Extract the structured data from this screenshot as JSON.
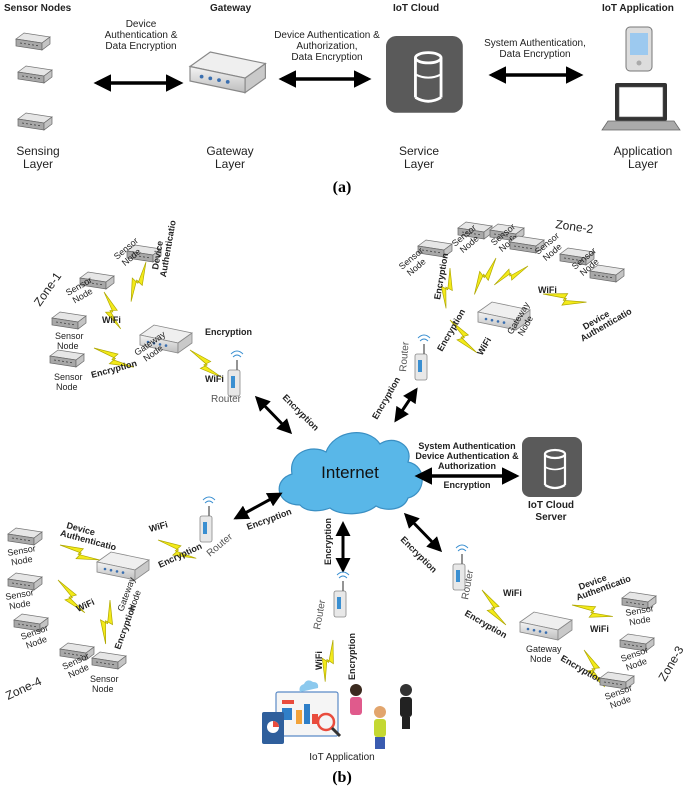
{
  "part_a": {
    "headers": {
      "sensor_nodes": "Sensor Nodes",
      "gateway": "Gateway",
      "iot_cloud": "IoT Cloud",
      "iot_application": "IoT Application"
    },
    "link_labels": {
      "sensing_gateway": [
        "Device",
        "Authentication &",
        "Data Encryption"
      ],
      "gateway_cloud": [
        "Device Authentication &",
        "Authorization,",
        "Data Encryption"
      ],
      "cloud_app": [
        "System Authentication,",
        "Data Encryption"
      ]
    },
    "layers": {
      "sensing": [
        "Sensing",
        "Layer"
      ],
      "gateway": [
        "Gateway",
        "Layer"
      ],
      "service": [
        "Service",
        "Layer"
      ],
      "application": [
        "Application",
        "Layer"
      ]
    },
    "caption": "(a)"
  },
  "part_b": {
    "internet": "Internet",
    "cloud_server": [
      "IoT Cloud",
      "Server"
    ],
    "cloud_link": [
      "System Authentication",
      "Device Authentication &",
      "Authorization",
      "Encryption"
    ],
    "iot_application": "IoT Application",
    "zones": [
      "Zone-1",
      "Zone-2",
      "Zone-3",
      "Zone-4"
    ],
    "sensor_node": [
      "Sensor",
      "Node"
    ],
    "gateway_node": [
      "Gateway",
      "Node"
    ],
    "router": "Router",
    "wifi": "WiFi",
    "encryption": "Encryption",
    "device_auth": [
      "Device",
      "Authenticatio"
    ],
    "caption": "(b)"
  },
  "colors": {
    "cloud": "#59b7e8",
    "lightning": "#f3ea1a",
    "server": "#5a5a5a",
    "arrow": "#000000"
  }
}
